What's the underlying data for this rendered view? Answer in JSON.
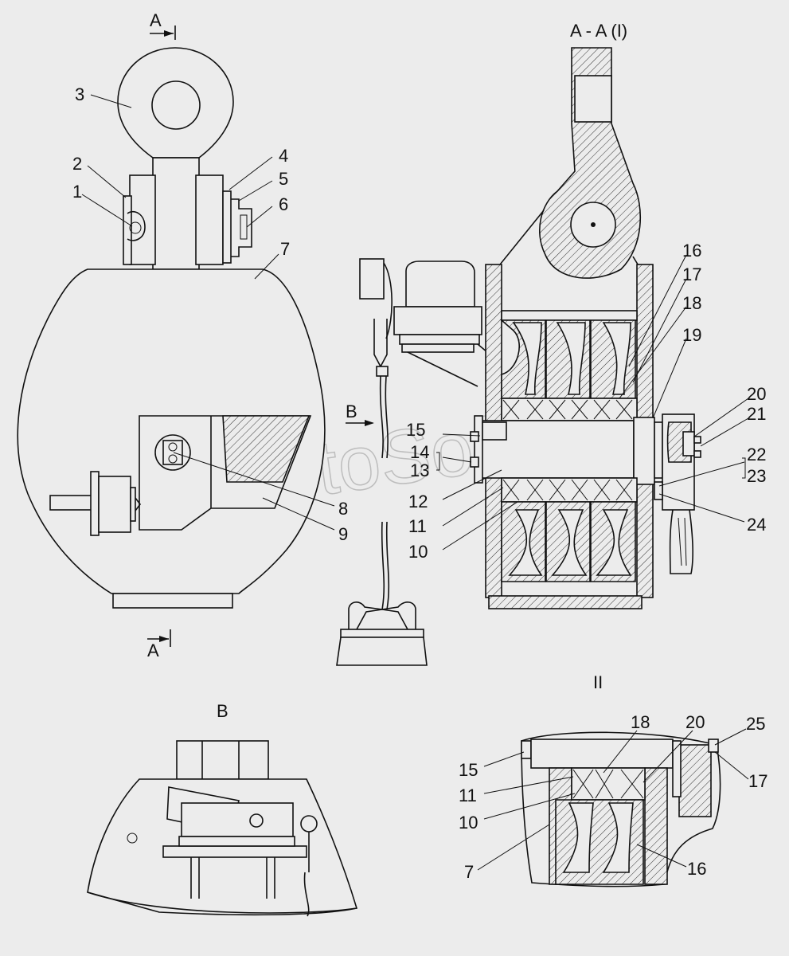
{
  "diagram": {
    "section_marks": {
      "arrow_top": "A",
      "arrow_bottom": "A",
      "section_title": "A - A (I)",
      "view_b": "B",
      "view_b_arrow": "B",
      "detail_ii": "II"
    },
    "main_callouts": [
      "1",
      "2",
      "3",
      "4",
      "5",
      "6",
      "7",
      "8",
      "9"
    ],
    "section_callouts": [
      "10",
      "11",
      "12",
      "13",
      "14",
      "15",
      "16",
      "17",
      "18",
      "19",
      "20",
      "21",
      "22",
      "23",
      "24"
    ],
    "detail_callouts": [
      "7",
      "10",
      "11",
      "15",
      "16",
      "17",
      "18",
      "20",
      "25"
    ],
    "watermark": "AutoSoft"
  }
}
